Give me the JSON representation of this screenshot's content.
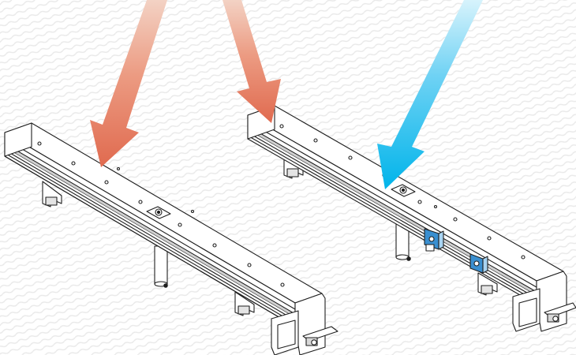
{
  "figure": {
    "caption_left": "",
    "caption_right": "",
    "colors": {
      "arrow_left": "#e06a4f",
      "arrow_right": "#00b4ea",
      "frame_line": "#1f1f1f",
      "bracket_blue": "#3a8fd0",
      "label_left_bg": "#ead3c8",
      "label_right_bg": "#bfe9f8"
    },
    "assemblies": [
      {
        "name": "left-rail-assembly",
        "bracket_count": 0
      },
      {
        "name": "right-rail-assembly",
        "bracket_count": 2
      }
    ],
    "arrows": [
      {
        "name": "arrow-left-1",
        "color": "salmon"
      },
      {
        "name": "arrow-left-2",
        "color": "salmon"
      },
      {
        "name": "arrow-right",
        "color": "blue"
      }
    ]
  }
}
